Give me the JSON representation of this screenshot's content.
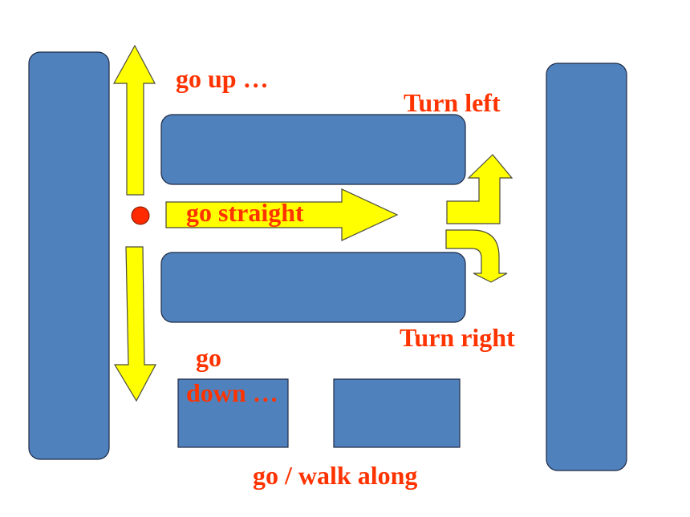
{
  "colors": {
    "block_fill": "#4f81bd",
    "block_stroke": "#1f2a44",
    "arrow_fill": "#ffff00",
    "arrow_stroke": "#4a4a3a",
    "label_color": "#ff3300",
    "dot_fill": "#ff2a00"
  },
  "icons": {
    "up": "arrow-up-icon",
    "down": "arrow-down-icon",
    "straight": "arrow-right-icon",
    "turn_left": "turn-left-arrow-icon",
    "turn_right": "turn-right-arrow-icon",
    "position": "current-position-dot"
  },
  "labels": {
    "go_up": "go up …",
    "turn_left": "Turn left",
    "go_straight": "go straight",
    "turn_right": "Turn right",
    "go_down_line1": "go",
    "go_down_line2": "down …",
    "walk_along": "go / walk along"
  }
}
